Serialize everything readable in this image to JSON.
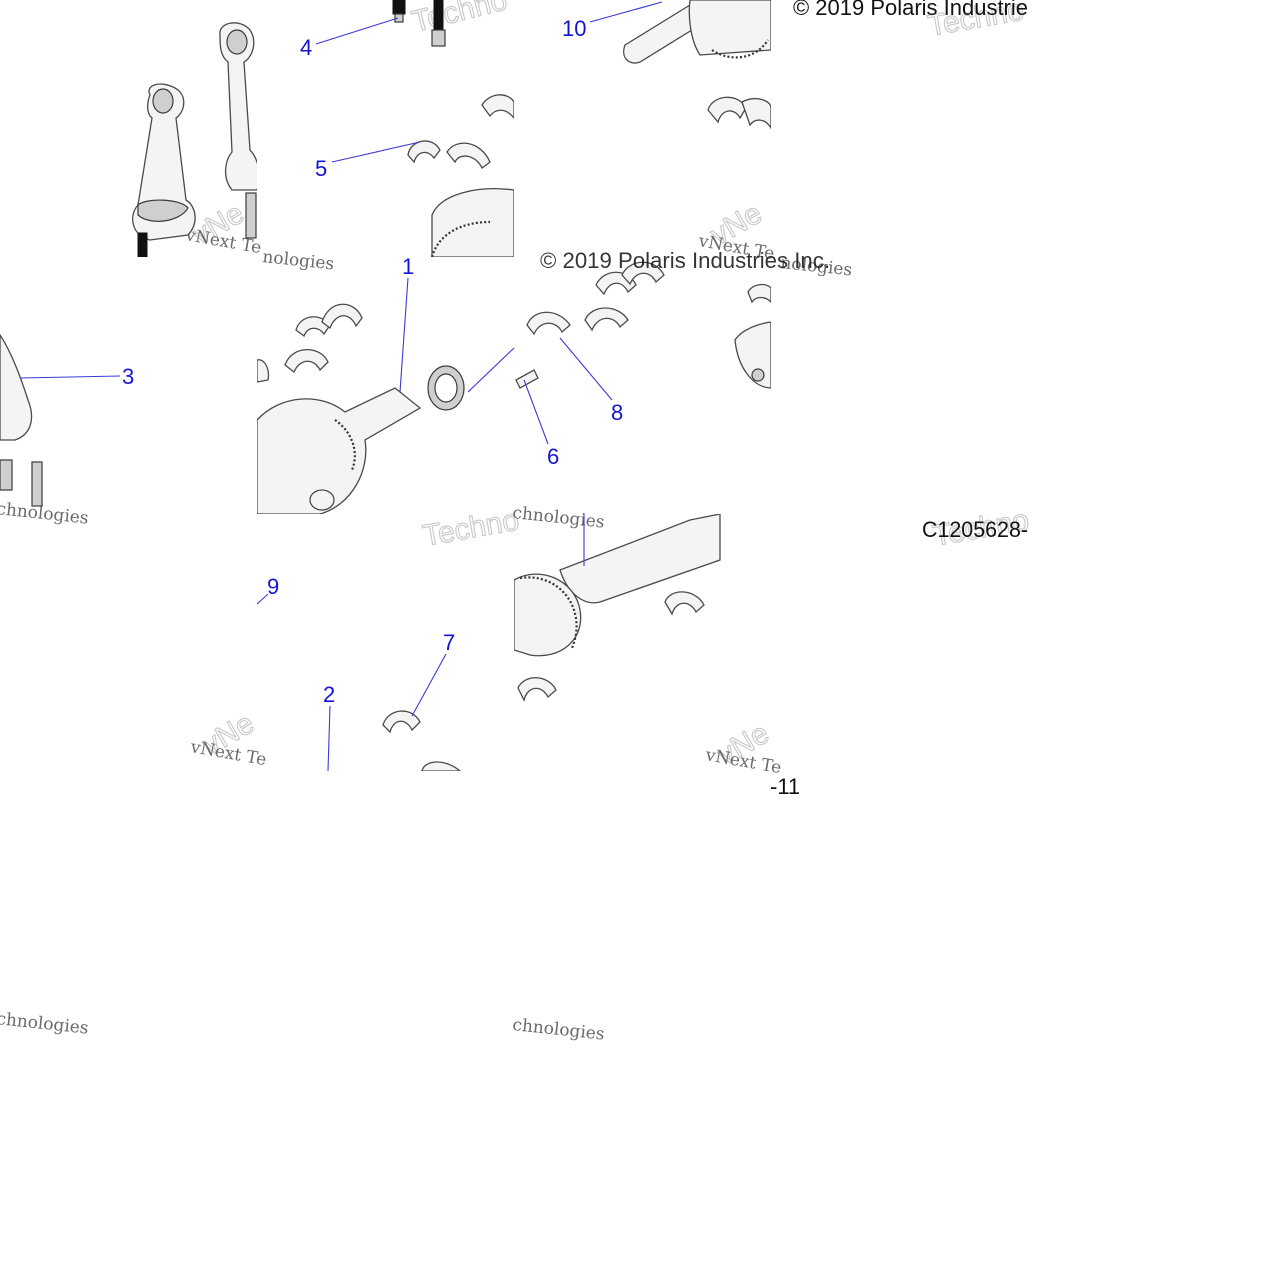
{
  "copyright": "© 2019 Polaris Industrie",
  "copyright_fragment": "© 2019 Polaris Industries Inc.",
  "drawing_number": "C1205628-",
  "drawing_suffix": "-11",
  "watermark": {
    "script_fragment": "vNext Te",
    "script_tail": "chnologies",
    "big_word": "Techno",
    "big_fragment": "vNe",
    "tail_fragment": "nologies"
  },
  "callouts": [
    "1",
    "2",
    "3",
    "4",
    "5",
    "6",
    "7",
    "8",
    "9",
    "10"
  ],
  "colors": {
    "callout": "#1414d2",
    "leader": "#3a3ad8",
    "line": "#4a4a4a"
  }
}
